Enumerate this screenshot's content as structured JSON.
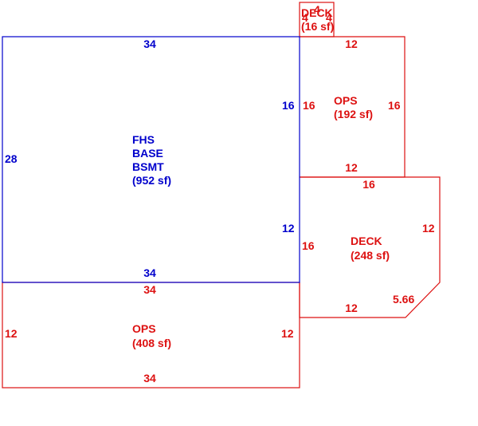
{
  "colors": {
    "blue": "#0000cc",
    "red": "#dd1111",
    "background": "#ffffff"
  },
  "areas": {
    "fhs_base": {
      "lines": [
        "FHS",
        "BASE",
        "BSMT",
        "(952 sf)"
      ],
      "dims": {
        "top": "34",
        "bottom": "34",
        "left": "28",
        "right_upper": "16",
        "right_lower": "12"
      }
    },
    "ops_rear": {
      "lines": [
        "OPS",
        "(408 sf)"
      ],
      "dims": {
        "top": "34",
        "bottom": "34",
        "left": "12",
        "right": "12"
      }
    },
    "ops_side": {
      "lines": [
        "OPS",
        "(192 sf)"
      ],
      "dims": {
        "top": "12",
        "bottom": "12",
        "left": "16",
        "right": "16"
      }
    },
    "deck_large": {
      "lines": [
        "DECK",
        "(248 sf)"
      ],
      "dims": {
        "top": "16",
        "right": "12",
        "diagonal": "5.66",
        "bottom": "12",
        "left": "16"
      }
    },
    "deck_small": {
      "lines": [
        "DECK",
        "(16 sf)"
      ],
      "dims": {
        "left": "4",
        "top": "4",
        "right": "4"
      }
    }
  }
}
